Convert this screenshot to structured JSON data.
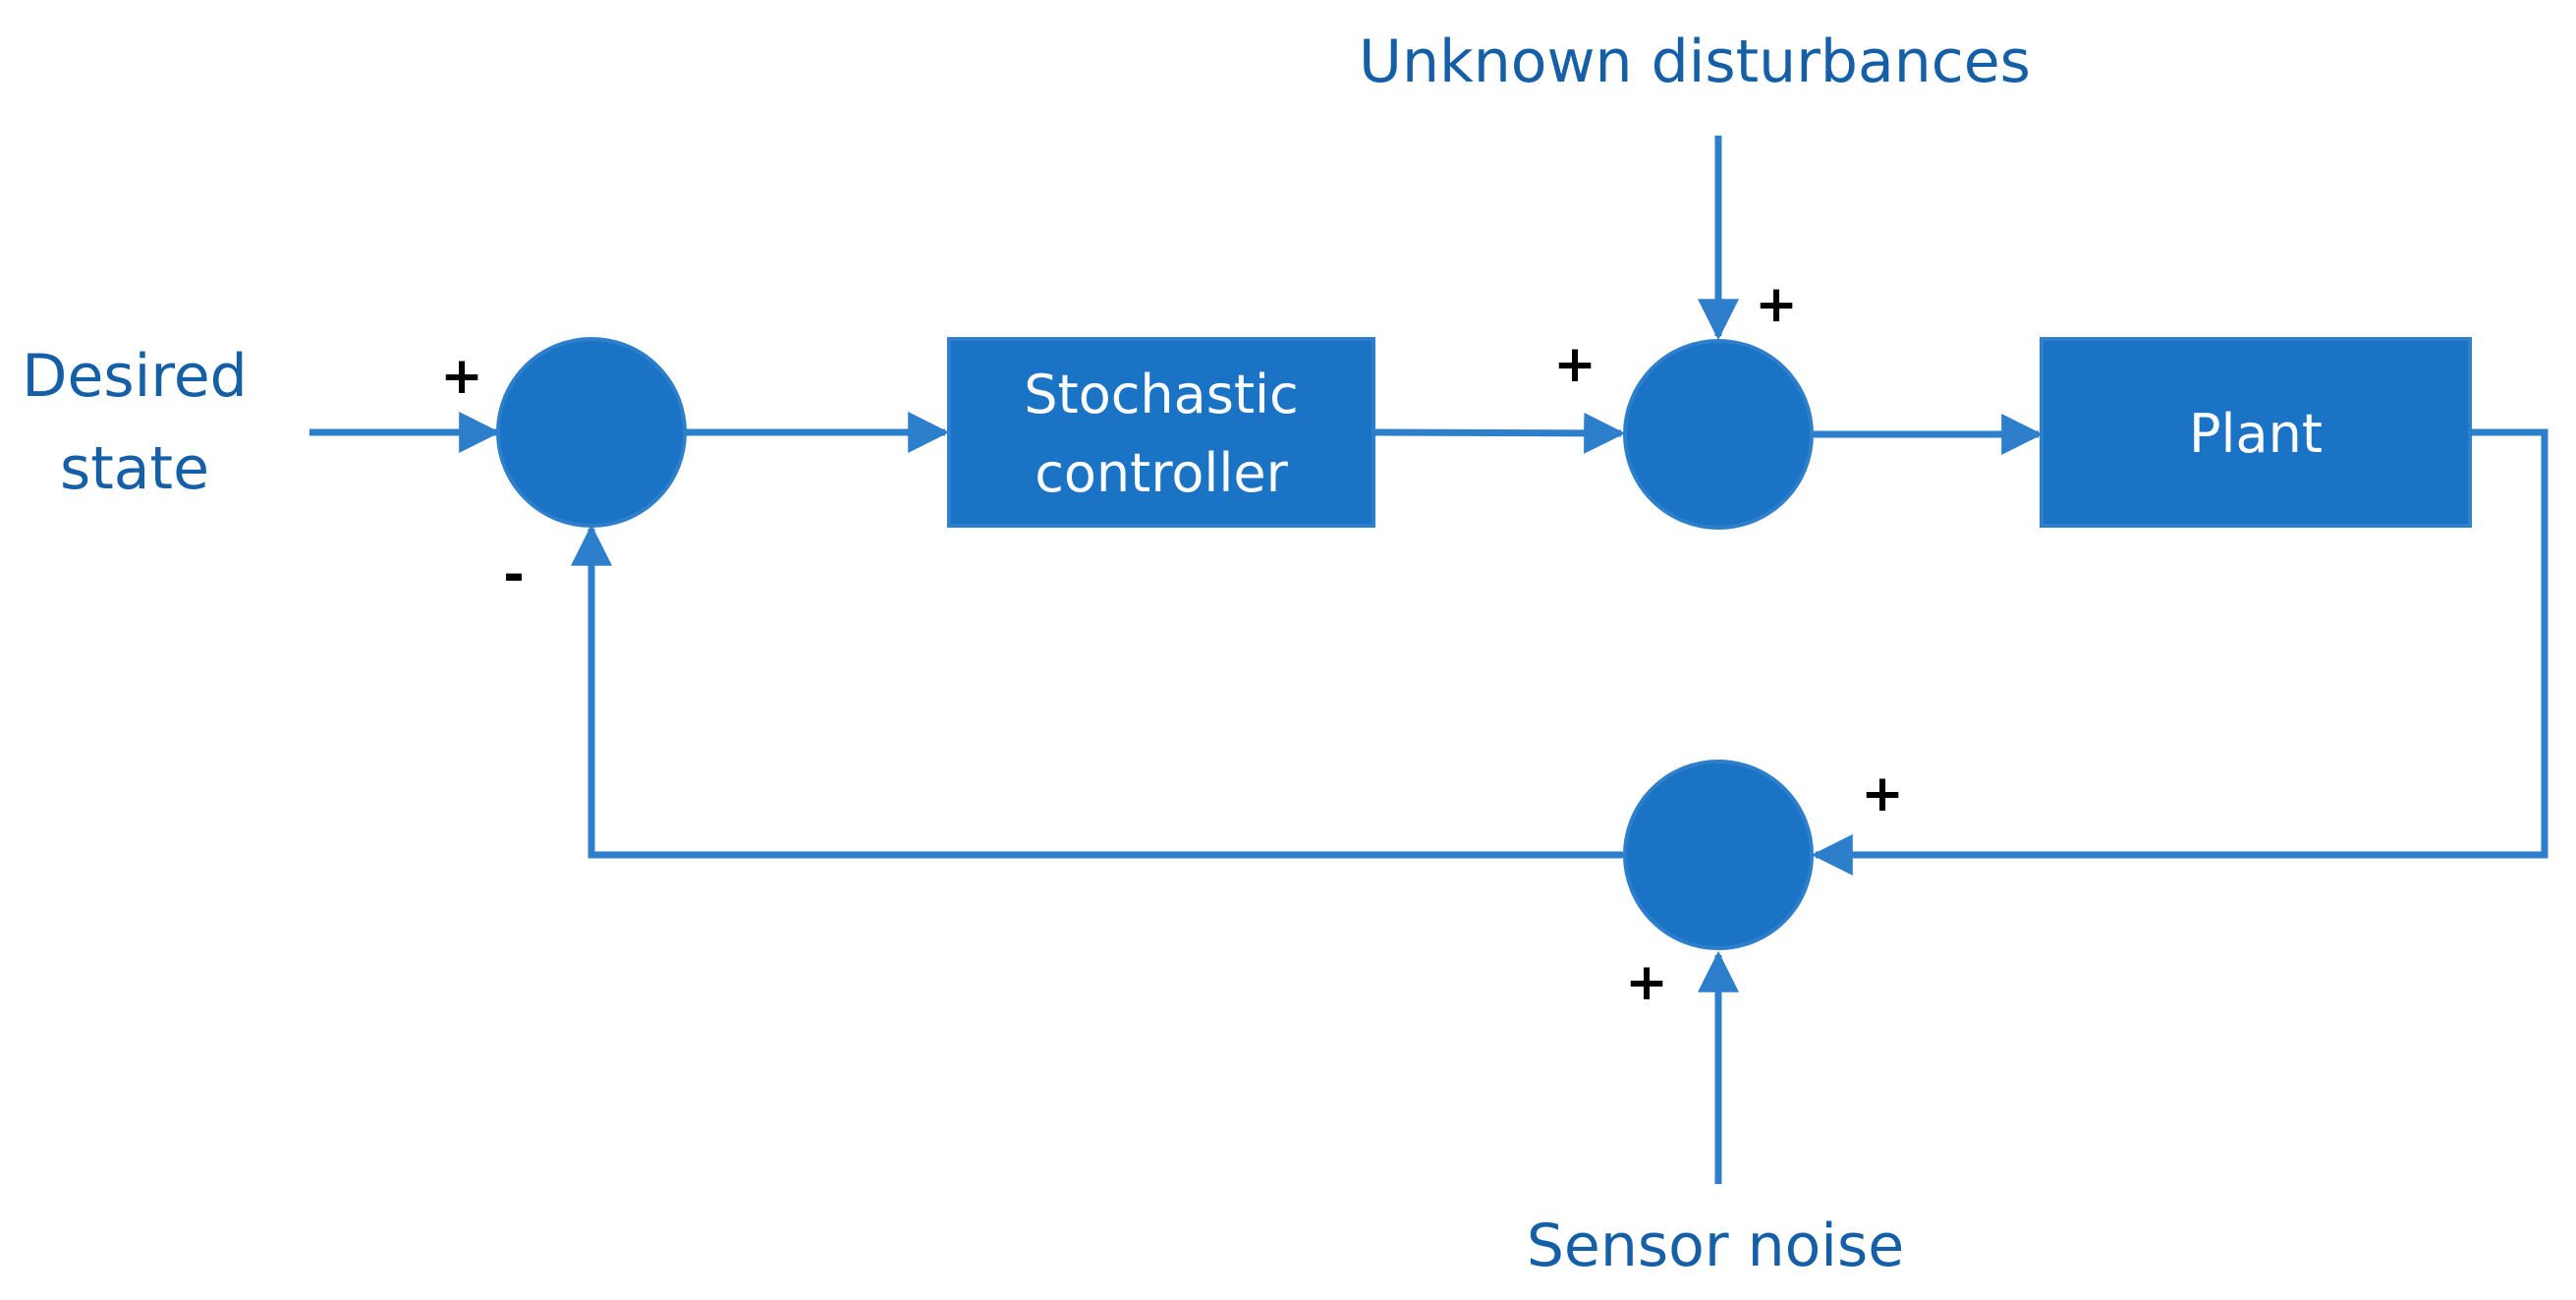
{
  "labels": {
    "desired_state_line1": "Desired",
    "desired_state_line2": "state",
    "unknown_disturbances": "Unknown disturbances",
    "sensor_noise": "Sensor noise"
  },
  "blocks": {
    "controller_line1": "Stochastic",
    "controller_line2": "controller",
    "plant": "Plant"
  },
  "signs": {
    "sum1_reference": "+",
    "sum1_feedback": "-",
    "sum2_control": "+",
    "sum2_disturbance": "+",
    "sum3_output": "+",
    "sum3_noise": "+"
  },
  "colors": {
    "fill": "#1A73C4",
    "line": "#2D7FCB",
    "label_text": "#155FA6",
    "sign_text": "#000000"
  }
}
